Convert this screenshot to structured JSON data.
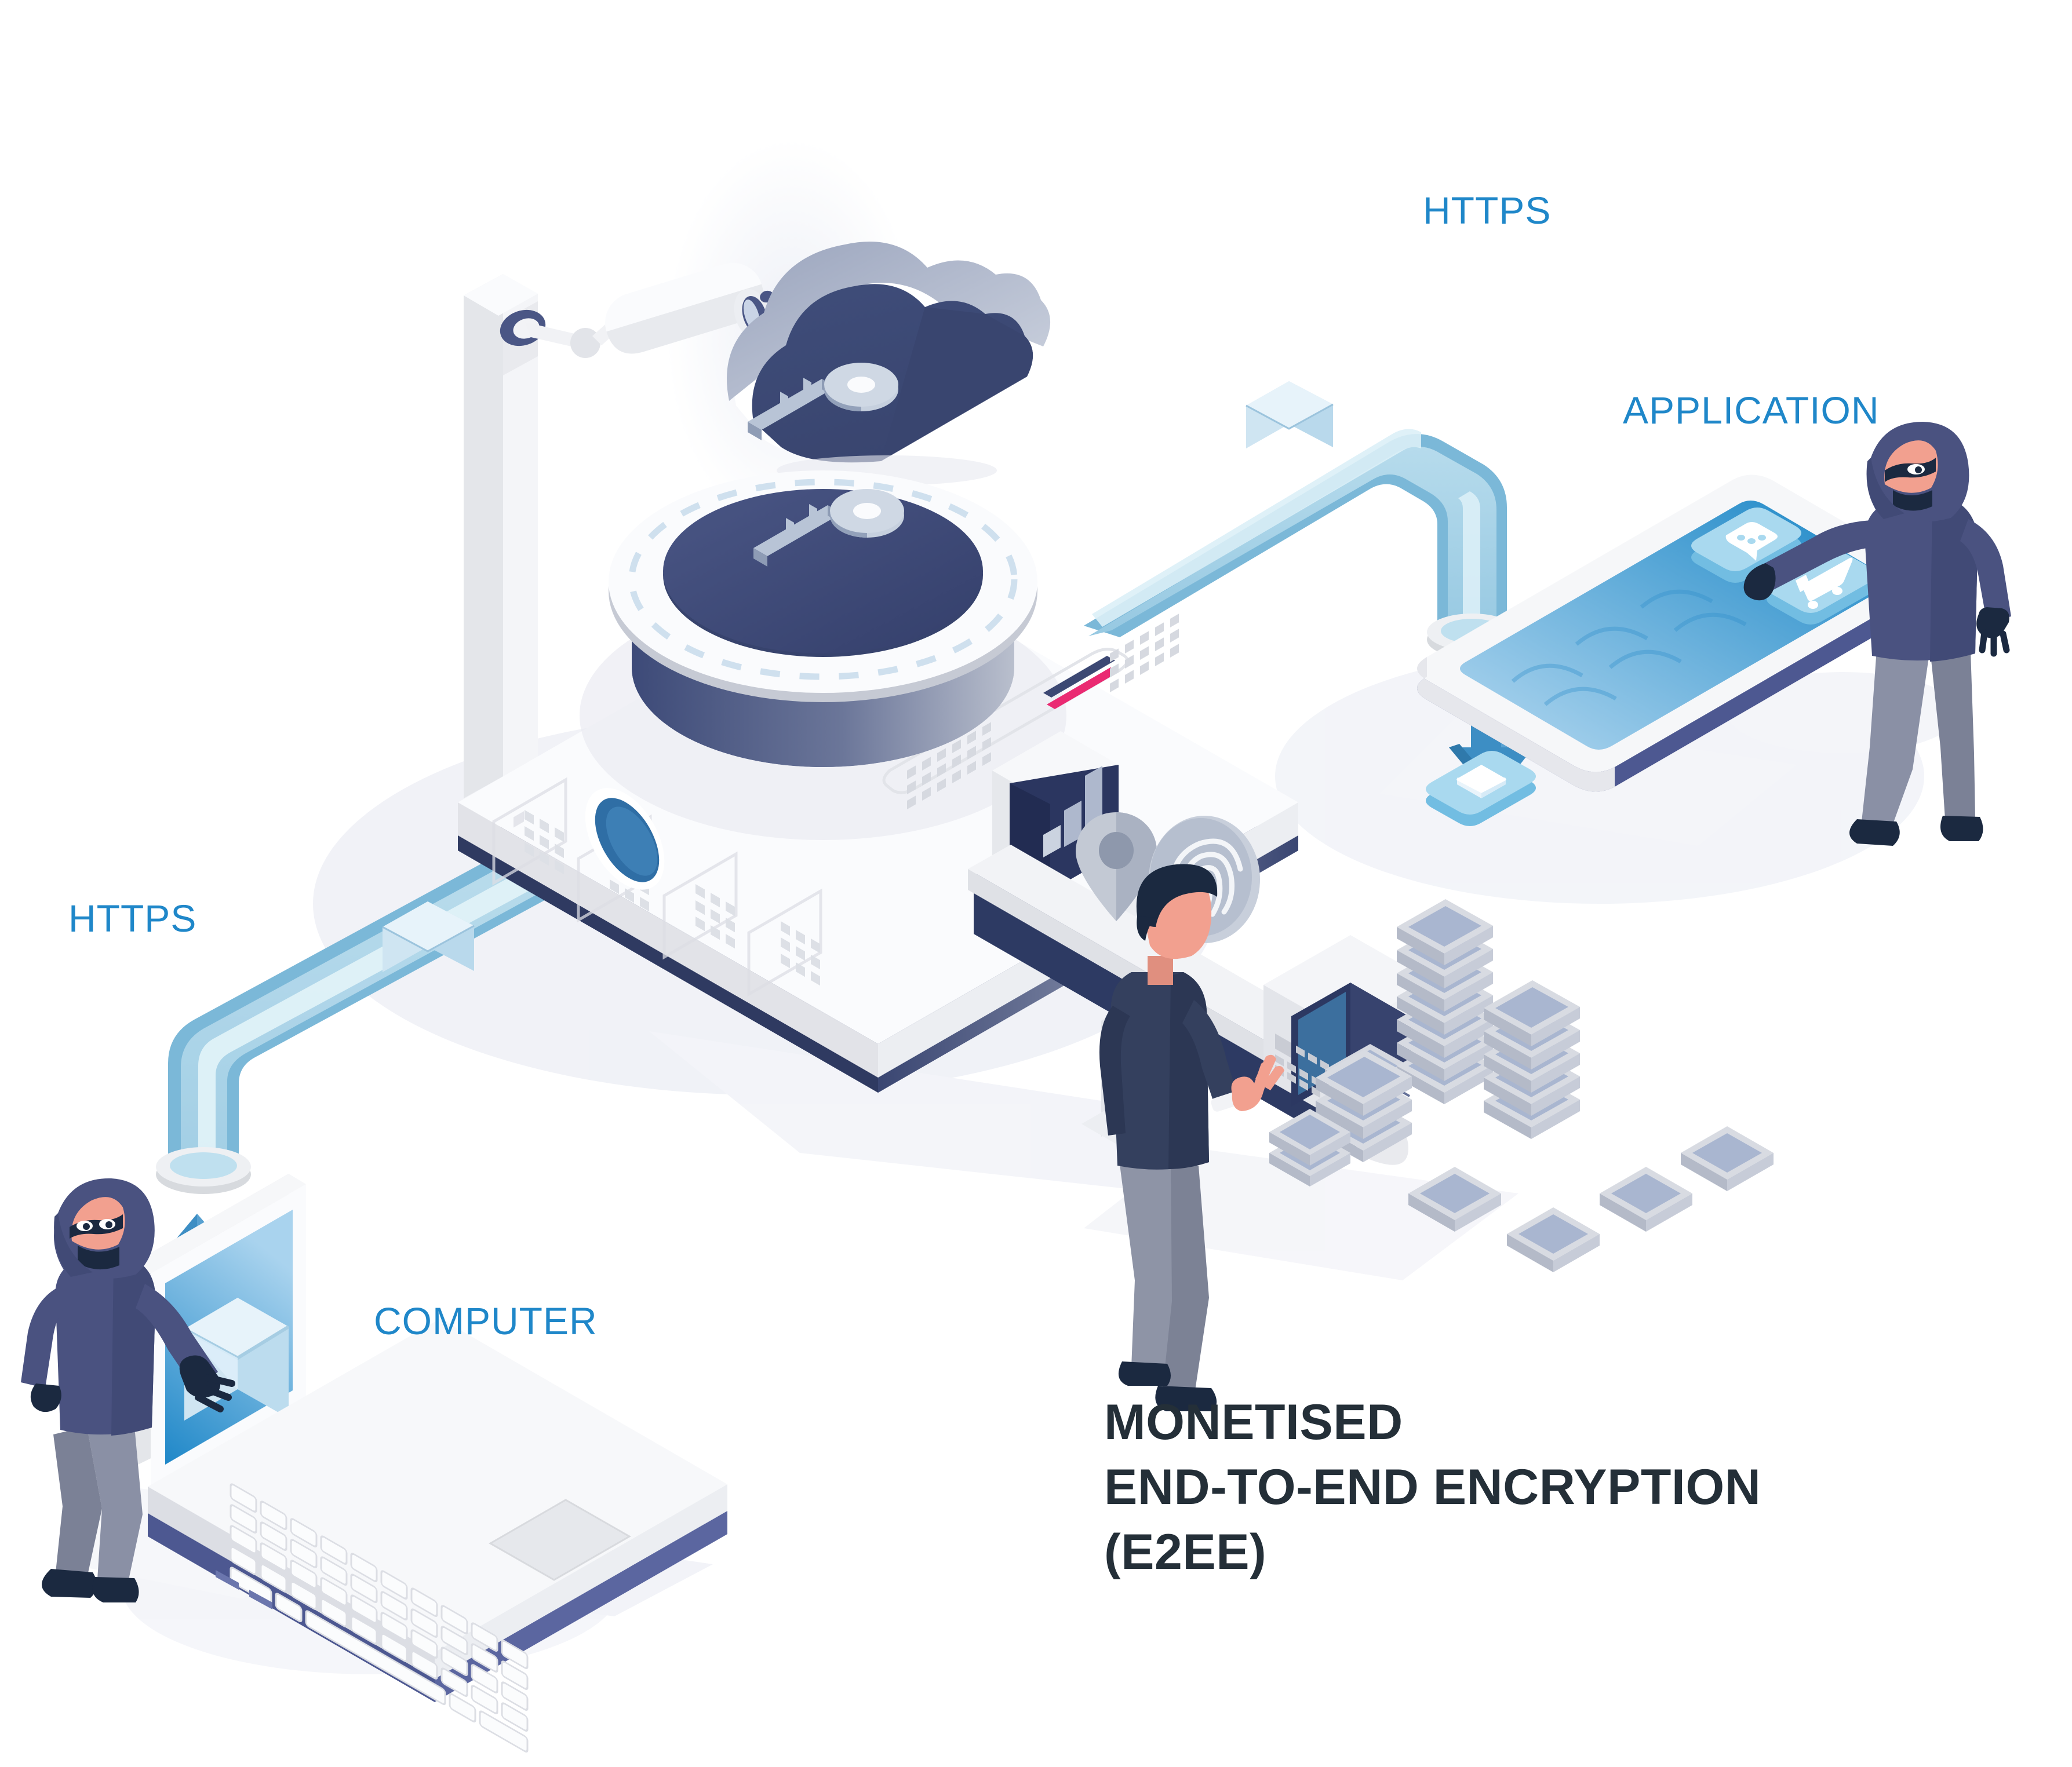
{
  "illustration": {
    "kind": "isometric-infographic",
    "theme": "Monetised End-to-End Encryption (E2EE) data flow",
    "background_color": "#ffffff"
  },
  "title": {
    "line1": "MONETISED",
    "line2": "END-TO-END ENCRYPTION",
    "line3": "(E2EE)",
    "full": "MONETISED\nEND-TO-END ENCRYPTION\n(E2EE)",
    "color": "#242f38"
  },
  "labels": {
    "https_top": "HTTPS",
    "application": "APPLICATION",
    "https_left": "HTTPS",
    "computer": "COMPUTER",
    "color": "#1f87c9"
  },
  "palette": {
    "label_blue": "#1f87c9",
    "title_dark": "#242f38",
    "navy_deep": "#3a4672",
    "navy_mid": "#4a5685",
    "navy_cloud": "#42507e",
    "pipe_body": "#a5d1e6",
    "pipe_edge": "#7bb8d8",
    "pipe_highlight": "#dcf0f7",
    "collar_white": "#eceef2",
    "arrow_blue": "#3d8ec4",
    "screen_blue_dark": "#1a86c6",
    "screen_blue_light": "#a9d3ee",
    "pink_accent": "#ea2a72",
    "body_white": "#f3f4f7",
    "body_shadow": "#dcdee4",
    "shadow_tint": "#eef0f6",
    "skin": "#f2a08f",
    "hacker_hoodie": "#4a5280",
    "hacker_pants": "#8a90a5",
    "hacker_dark": "#1b2940",
    "person_sweater": "#34405e",
    "person_pants": "#8e94a6",
    "money_gray": "#c9ccd6",
    "money_blue": "#a8b5cf",
    "key_steel": "#b8c4d6"
  },
  "elements": {
    "security_camera": {
      "name": "security-camera",
      "lens_color": "#4a5685",
      "mounted_on": "white post"
    },
    "cloud": {
      "name": "cloud-icon",
      "color": "#42507e",
      "outline": "#ffffff"
    },
    "keys": {
      "name": "encryption-keys",
      "count": 2,
      "color": "#b8c4d6"
    },
    "vault": {
      "name": "server-vault-cylinder",
      "interior": "#3f4d7a",
      "dotted_ring": true
    },
    "server": {
      "name": "central-server-safe",
      "body": "#f3f4f7",
      "base": "#3a4672",
      "accent_stripe": "#ea2a72"
    },
    "conveyor": {
      "name": "data-monetisation-conveyor",
      "belt_color": "#2d3a63",
      "items": [
        "bar-chart-icon",
        "location-pin-icon",
        "fingerprint-icon"
      ],
      "output": "banknote-bundle"
    },
    "money_stacks": {
      "name": "money-stacks",
      "bundle_count": 12
    },
    "person": {
      "name": "standing-person",
      "sweater": "#34405e",
      "pants": "#8e94a6"
    },
    "smartphone": {
      "name": "smartphone-application",
      "screen_gradient_from": "#a9d3ee",
      "screen_gradient_to": "#1a86c6",
      "app_icons": [
        "mail-icon",
        "chat-icon",
        "shopping-cart-icon"
      ]
    },
    "laptop": {
      "name": "laptop-computer",
      "screen_icon": "mail-envelope-icon"
    },
    "hackers": [
      {
        "name": "hacker-at-laptop",
        "position": "bottom-left"
      },
      {
        "name": "hacker-at-smartphone",
        "position": "right"
      }
    ],
    "pipes": [
      {
        "name": "https-pipe-left",
        "from": "laptop",
        "to": "server",
        "carries": "mail-envelope-icon"
      },
      {
        "name": "https-pipe-right",
        "from": "server",
        "to": "smartphone",
        "carries": "mail-envelope-icon"
      }
    ],
    "arrows": [
      {
        "name": "arrow-up-into-pipe",
        "direction": "up",
        "color": "#3d8ec4"
      },
      {
        "name": "arrow-down-into-app",
        "direction": "down",
        "color": "#3d8ec4"
      }
    ]
  }
}
